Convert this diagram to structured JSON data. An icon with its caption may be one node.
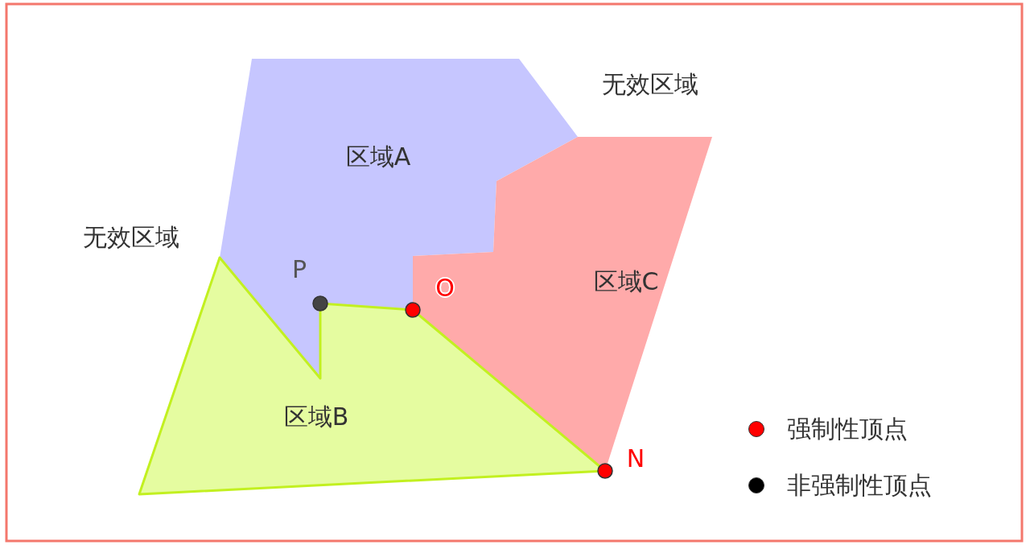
{
  "diagram": {
    "nodes": [
      {
        "text": [
          "区域A"
        ]
      },
      {
        "text": [
          "区域C"
        ]
      },
      {
        "text": [
          "区域B"
        ]
      }
    ],
    "labels": [
      "无效区域",
      "无效区域",
      "P",
      "O",
      "N"
    ],
    "legend": [
      {
        "text": "强制性顶点",
        "color": "#ff0000"
      },
      {
        "text": "非强制性顶点",
        "color": "#000000"
      }
    ]
  }
}
